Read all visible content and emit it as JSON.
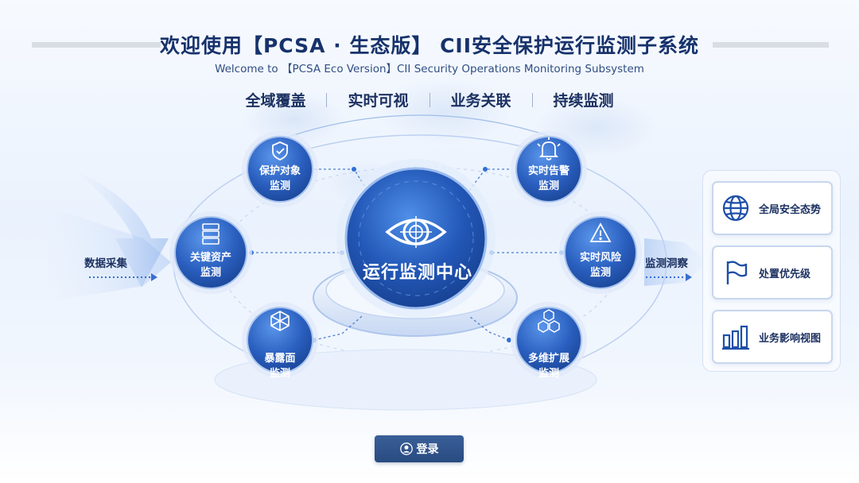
{
  "header": {
    "title": "欢迎使用【PCSA · 生态版】 CII安全保护运行监测子系统",
    "subtitle": "Welcome to 【PCSA Eco Version】CII Security Operations Monitoring Subsystem",
    "features": [
      "全域覆盖",
      "实时可视",
      "业务关联",
      "持续监测"
    ]
  },
  "flow": {
    "input_label": "数据采集",
    "output_label": "监测洞察"
  },
  "center": {
    "label": "运行监测中心",
    "icon": "eye-icon"
  },
  "nodes": {
    "protect": {
      "line1": "保护对象",
      "line2": "监测",
      "icon": "shield-icon"
    },
    "asset": {
      "line1": "关键资产",
      "line2": "监测",
      "icon": "server-icon"
    },
    "exposure": {
      "line1": "暴露面",
      "line2": "监测",
      "icon": "cube-icon"
    },
    "alarm": {
      "line1": "实时告警",
      "line2": "监测",
      "icon": "bell-icon"
    },
    "risk": {
      "line1": "实时风险",
      "line2": "监测",
      "icon": "warning-icon"
    },
    "extend": {
      "line1": "多维扩展",
      "line2": "监测",
      "icon": "hexagons-icon"
    }
  },
  "outputs": [
    {
      "label": "全局安全态势",
      "icon": "globe-icon"
    },
    {
      "label": "处置优先级",
      "icon": "flag-icon"
    },
    {
      "label": "业务影响视图",
      "icon": "bar-chart-icon"
    }
  ],
  "login": {
    "label": "登录",
    "icon": "user-icon"
  },
  "colors": {
    "primary": "#1e4fa8",
    "title": "#17326b",
    "accent": "#2f6fd6"
  }
}
